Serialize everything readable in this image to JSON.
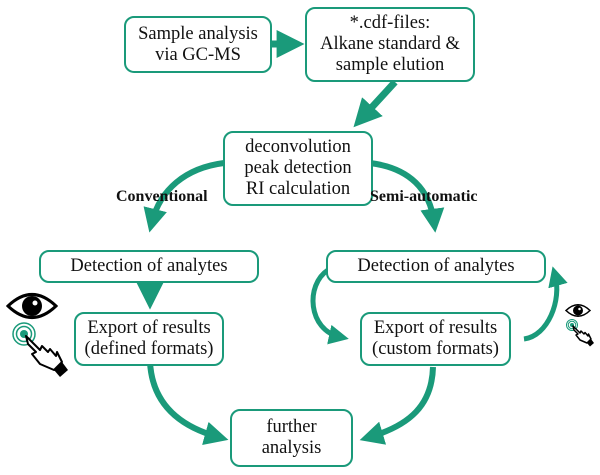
{
  "colors": {
    "accent": "#1a9a7a",
    "text": "#111111"
  },
  "nodes": {
    "sample": {
      "lines": [
        "Sample analysis",
        "via GC-MS"
      ]
    },
    "cdf": {
      "lines": [
        "*.cdf-files:",
        "Alkane standard &",
        "sample elution"
      ]
    },
    "processing": {
      "lines": [
        "deconvolution",
        "peak detection",
        "RI calculation"
      ]
    },
    "detect_left": {
      "lines": [
        "Detection of analytes"
      ]
    },
    "export_left": {
      "lines": [
        "Export of results",
        "(defined formats)"
      ]
    },
    "detect_right": {
      "lines": [
        "Detection of analytes"
      ]
    },
    "export_right": {
      "lines": [
        "Export of results",
        "(custom formats)"
      ]
    },
    "further": {
      "lines": [
        "further",
        "analysis"
      ]
    }
  },
  "branches": {
    "left": "Conventional",
    "right": "Semi-automatic"
  },
  "icons": {
    "left": [
      "eye-icon",
      "touch-hand-icon"
    ],
    "right": [
      "eye-icon",
      "touch-hand-icon"
    ]
  }
}
